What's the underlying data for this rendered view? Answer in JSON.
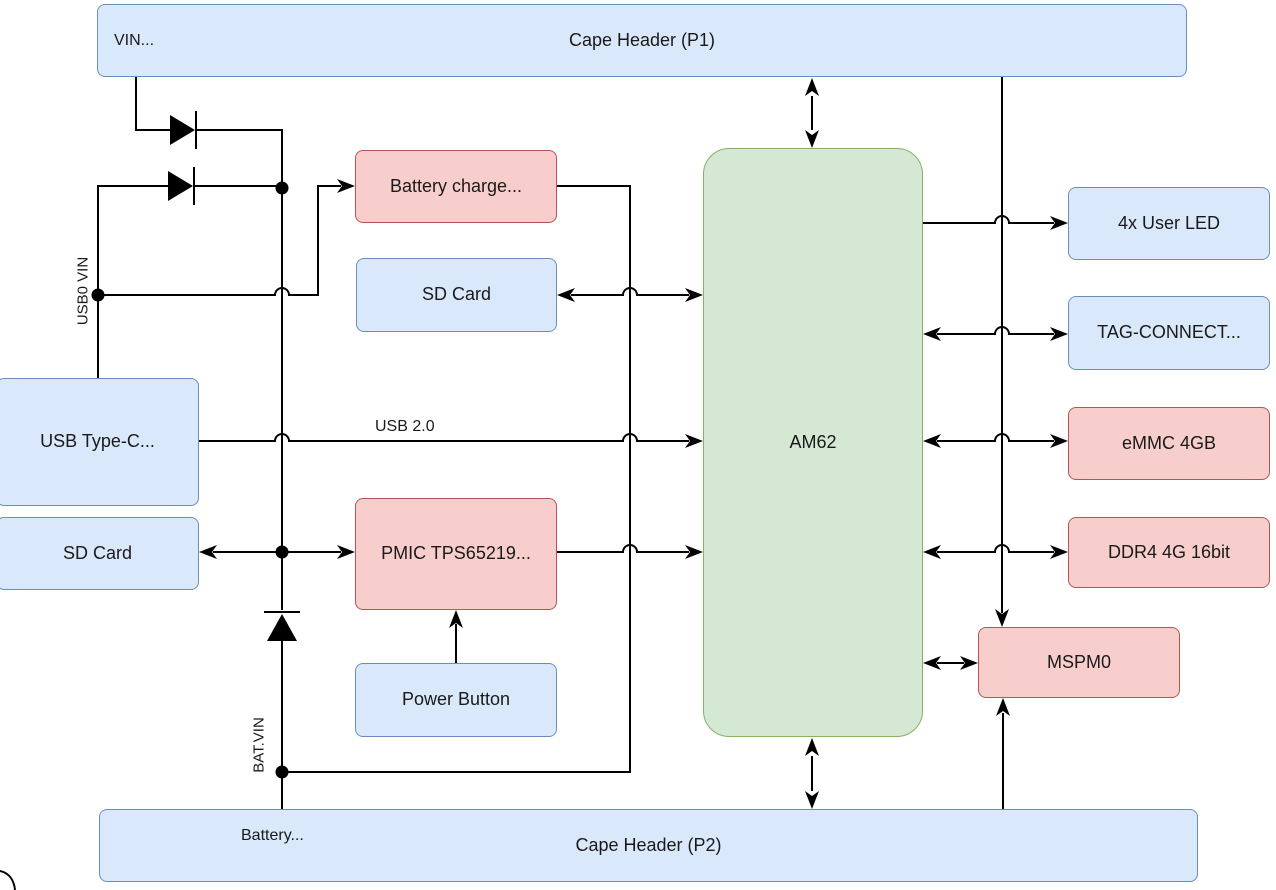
{
  "diagram": {
    "type": "block-diagram",
    "nodes": {
      "cape_header_p1": {
        "label": "Cape Header (P1)",
        "color": "blue"
      },
      "cape_header_p2": {
        "label": "Cape Header (P2)",
        "color": "blue"
      },
      "usb_type_c": {
        "label": "USB Type-C...",
        "color": "blue"
      },
      "sd_card_left": {
        "label": "SD Card",
        "color": "blue"
      },
      "battery_charger": {
        "label": "Battery charge...",
        "color": "red"
      },
      "sd_card_mid": {
        "label": "SD Card",
        "color": "blue"
      },
      "pmic": {
        "label": "PMIC TPS65219...",
        "color": "red"
      },
      "power_button": {
        "label": "Power Button",
        "color": "blue"
      },
      "am62": {
        "label": "AM62",
        "color": "green"
      },
      "user_led": {
        "label": "4x User LED",
        "color": "blue"
      },
      "tag_connect": {
        "label": "TAG-CONNECT...",
        "color": "blue"
      },
      "emmc": {
        "label": "eMMC 4GB",
        "color": "red"
      },
      "ddr4": {
        "label": "DDR4 4G 16bit",
        "color": "red"
      },
      "mspm0": {
        "label": "MSPM0",
        "color": "red"
      }
    },
    "wire_labels": {
      "vin": "VIN...",
      "battery": "Battery...",
      "usb0_vin": "USB0 VIN",
      "usb_2_0": "USB 2.0",
      "bat_vin": "BAT.VIN"
    },
    "colors": {
      "blue_fill": "#dae8fc",
      "blue_stroke": "#6c8ebf",
      "red_fill": "#f8cecc",
      "red_stroke": "#b85450",
      "green_fill": "#d5e8d4",
      "green_stroke": "#82b366",
      "wire": "#000000",
      "background": "#ffffff"
    }
  }
}
